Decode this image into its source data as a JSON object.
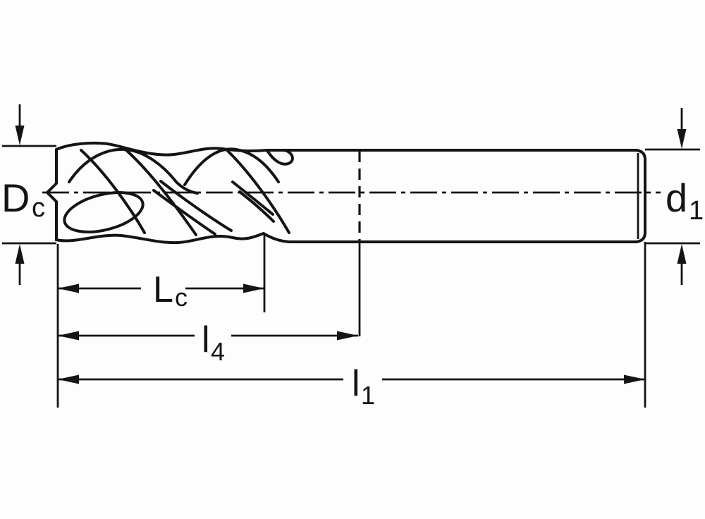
{
  "drawing": {
    "description": "End mill side-view dimension drawing",
    "labels": {
      "cutting_diameter": {
        "main": "D",
        "sub": "c"
      },
      "shank_diameter": {
        "main": "d",
        "sub": "1"
      },
      "cutting_length": {
        "main": "L",
        "sub": "c"
      },
      "length_4": {
        "main": "l",
        "sub": "4"
      },
      "overall_length": {
        "main": "l",
        "sub": "1"
      }
    },
    "colors": {
      "background": "#fdfdfd",
      "body_fill": "#d4d4d4",
      "line": "#141414"
    }
  }
}
